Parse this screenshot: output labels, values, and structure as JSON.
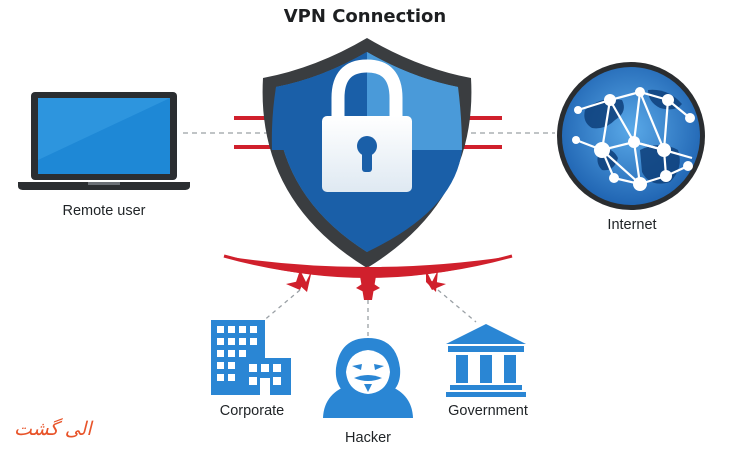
{
  "title": "VPN Connection",
  "nodes": {
    "remote_user": "Remote user",
    "internet": "Internet",
    "corporate": "Corporate",
    "hacker": "Hacker",
    "government": "Government"
  },
  "watermark": "الی گشت",
  "colors": {
    "shield_dark": "#1a5fa8",
    "shield_light": "#4a9ad9",
    "shield_rim": "#3a3d40",
    "laptop_screen": "#1e88d6",
    "threat_red": "#d0202c",
    "icon_blue": "#2a86d4",
    "watermark": "#e8542a"
  }
}
